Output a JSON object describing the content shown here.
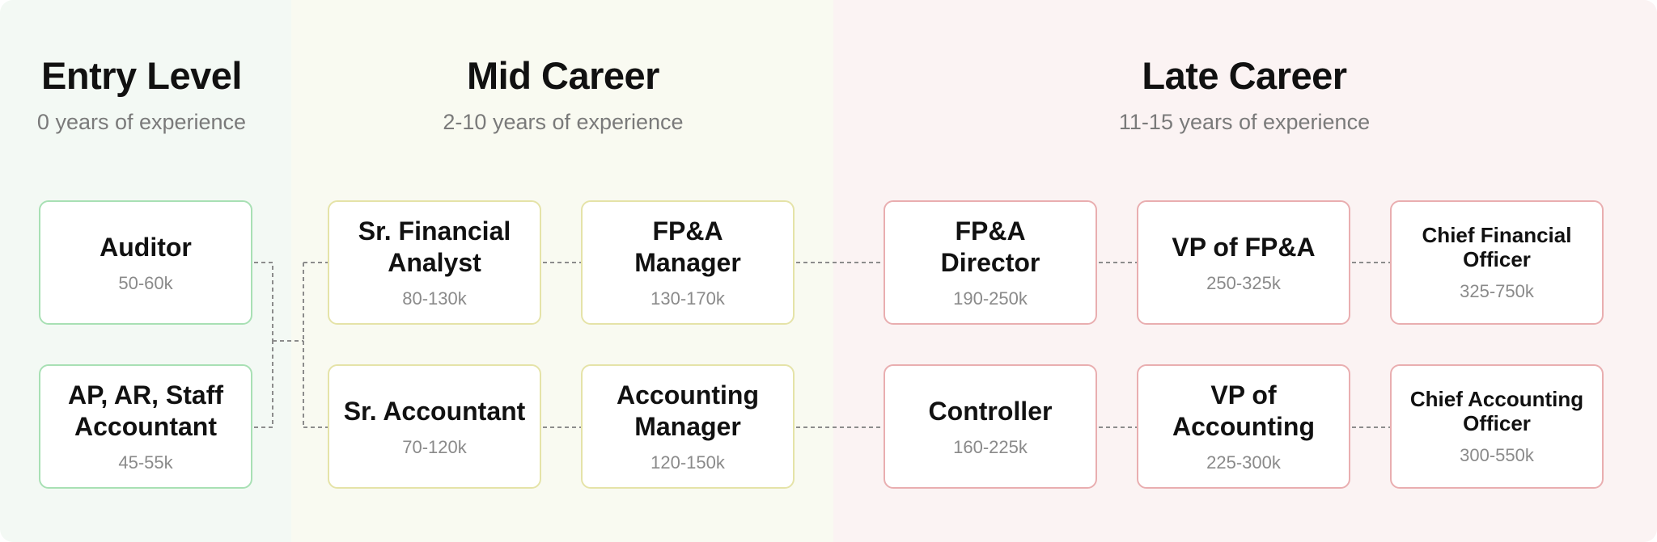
{
  "columns": {
    "entry": {
      "title": "Entry Level",
      "subtitle": "0 years of experience"
    },
    "mid": {
      "title": "Mid Career",
      "subtitle": "2-10 years of experience"
    },
    "late": {
      "title": "Late Career",
      "subtitle": "11-15 years of experience"
    }
  },
  "roles": {
    "auditor": {
      "title": "Auditor",
      "salary": "50-60k"
    },
    "ap_ar_staff": {
      "title": "AP, AR, Staff Accountant",
      "salary": "45-55k"
    },
    "sr_financial_analyst": {
      "title": "Sr. Financial Analyst",
      "salary": "80-130k"
    },
    "sr_accountant": {
      "title": "Sr. Accountant",
      "salary": "70-120k"
    },
    "fpa_manager": {
      "title": "FP&A Manager",
      "salary": "130-170k"
    },
    "accounting_manager": {
      "title": "Accounting Manager",
      "salary": "120-150k"
    },
    "fpa_director": {
      "title": "FP&A Director",
      "salary": "190-250k"
    },
    "controller": {
      "title": "Controller",
      "salary": "160-225k"
    },
    "vp_fpa": {
      "title": "VP of FP&A",
      "salary": "250-325k"
    },
    "vp_accounting": {
      "title": "VP of Accounting",
      "salary": "225-300k"
    },
    "cfo": {
      "title": "Chief Financial Officer",
      "salary": "325-750k"
    },
    "cao": {
      "title": "Chief Accounting Officer",
      "salary": "300-550k"
    }
  },
  "colors": {
    "entry_bg": "#f3f9f4",
    "mid_bg": "#f9faf1",
    "late_bg": "#fbf3f3",
    "entry_border": "#a8e0b4",
    "mid_border": "#e5e3a8",
    "late_border": "#e9aeb0",
    "connector": "#8c8c8c"
  }
}
